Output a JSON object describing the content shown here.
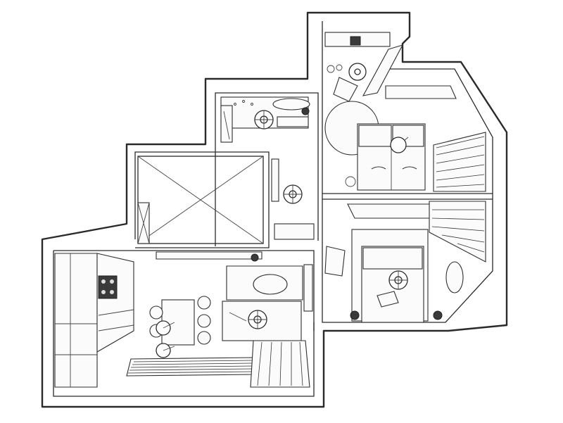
{
  "drawing": {
    "kind": "isometric floor plan sketch",
    "line_color": "#2a2a2a",
    "background": "#ffffff",
    "rooms": [
      {
        "id": "living-kitchen",
        "furniture": [
          "kitchen-counter",
          "cooktop",
          "dining-table",
          "sofa",
          "coffee-table",
          "armchair",
          "rug",
          "curtain"
        ]
      },
      {
        "id": "storage",
        "furniture": [
          "cabinet"
        ]
      },
      {
        "id": "bathroom",
        "furniture": [
          "bathtub",
          "sink",
          "toilet",
          "shower"
        ]
      },
      {
        "id": "corridor",
        "furniture": [
          "washing-machine"
        ]
      },
      {
        "id": "bedroom-top",
        "furniture": [
          "double-bed",
          "round-rug",
          "wardrobe",
          "curtains"
        ]
      },
      {
        "id": "bedroom-bottom",
        "furniture": [
          "double-bed",
          "desk",
          "mirror",
          "curtains"
        ]
      }
    ],
    "icons": [
      "ceiling-lamp-icon",
      "pendant-lamp-icon",
      "floor-lamp-icon"
    ]
  }
}
